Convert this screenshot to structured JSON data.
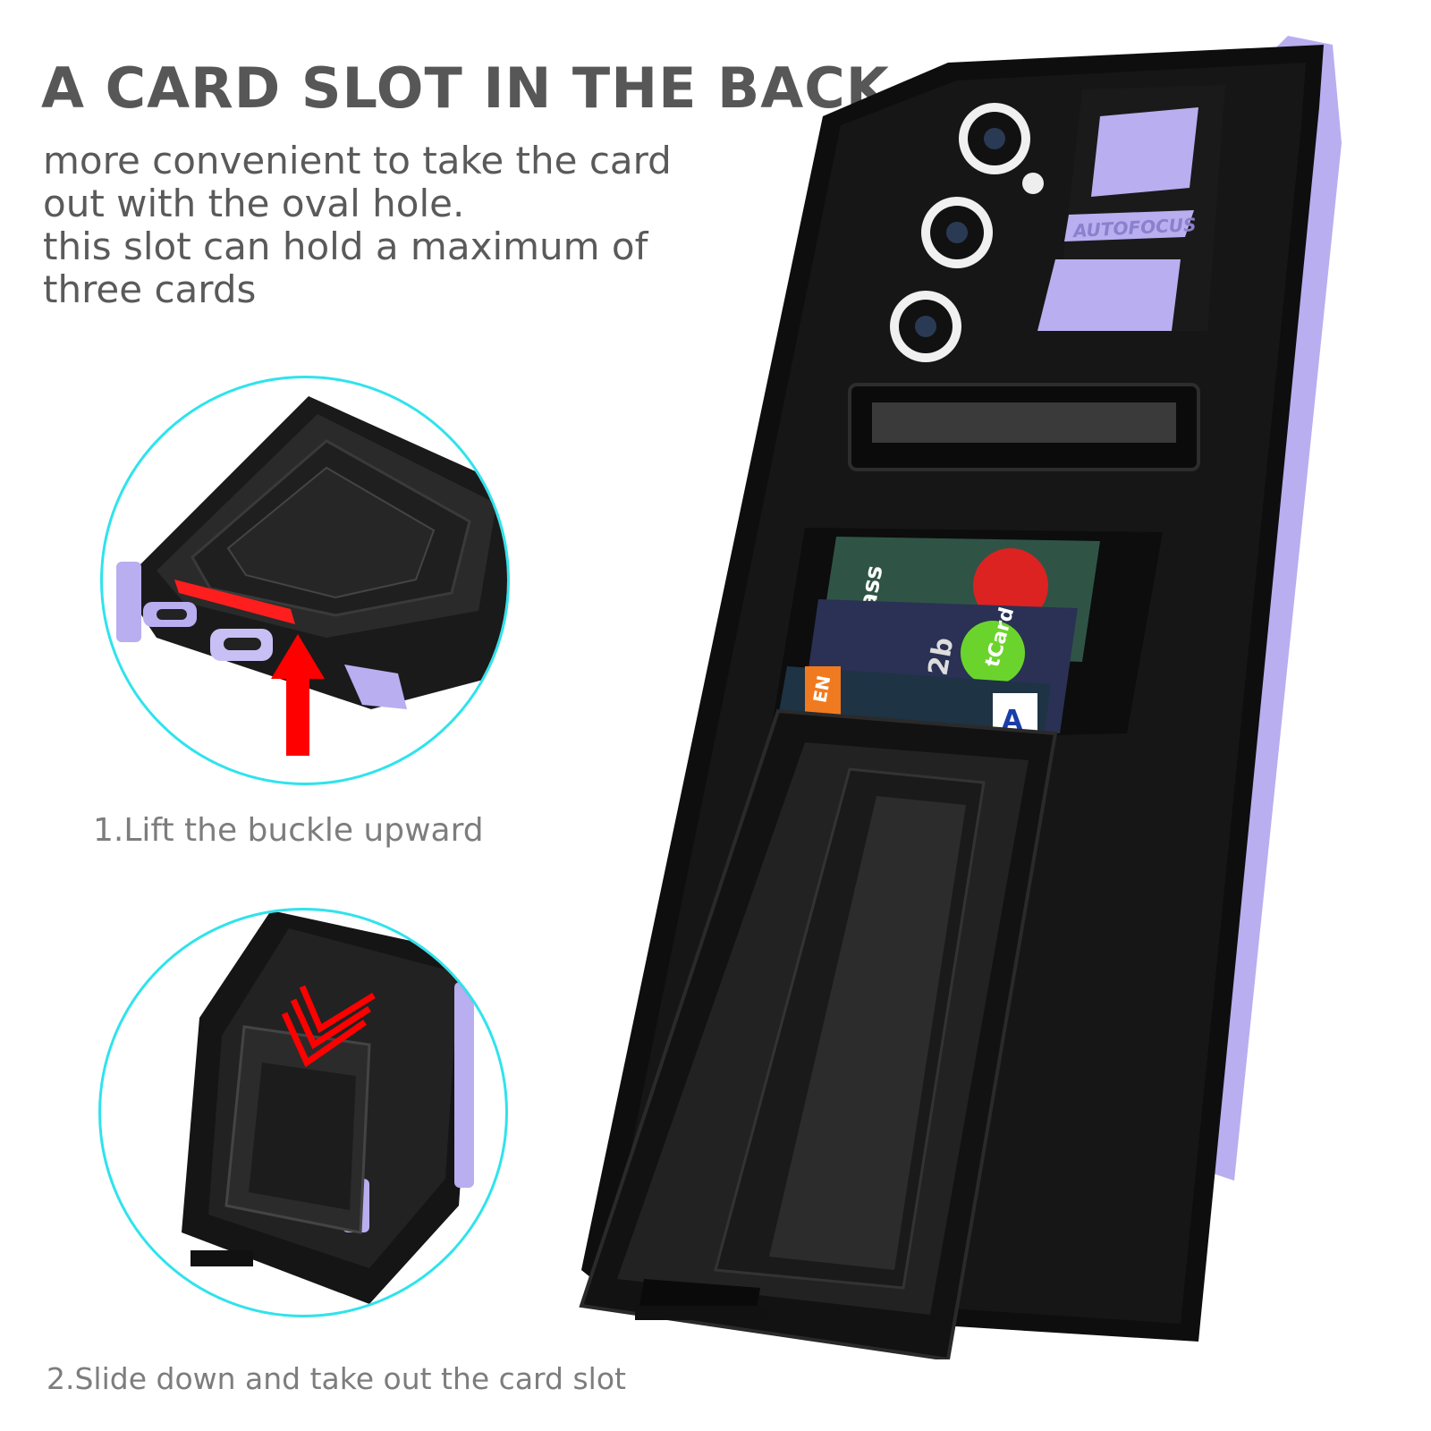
{
  "header": {
    "title": "A CARD SLOT IN THE BACK",
    "description_lines": [
      "more convenient to take the card",
      "out with the oval hole.",
      "this slot can hold a maximum of",
      "three cards"
    ]
  },
  "steps": [
    {
      "label": "1.Lift the buckle upward"
    },
    {
      "label": "2.Slide down and take out the card slot"
    }
  ],
  "phone": {
    "camera_label": "AUTOFOCUS",
    "card_labels": [
      "ass",
      "tCard",
      "2b",
      "EN",
      "A"
    ]
  },
  "colors": {
    "accent_purple": "#b9aef0",
    "circle_border": "#2fe3ec",
    "arrow_red": "#ff0000",
    "case_black": "#111111"
  }
}
